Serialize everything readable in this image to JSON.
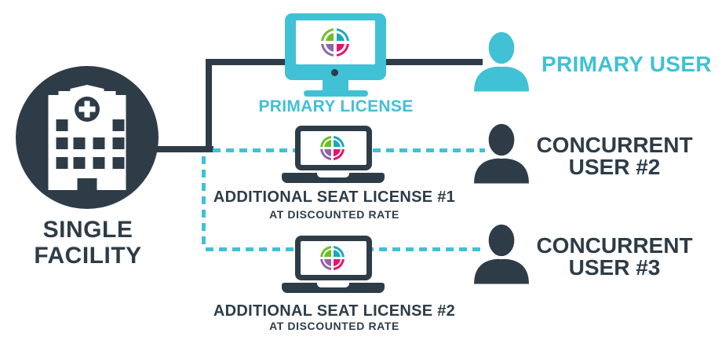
{
  "colors": {
    "navy": "#2e3c48",
    "teal": "#40c1d5",
    "background": "#ffffff",
    "logo_green": "#6cbf27",
    "logo_teal": "#1ba7bd",
    "logo_purple": "#8d66a8",
    "logo_magenta": "#e5126f"
  },
  "icons": {
    "facility": "hospital-building-icon",
    "primary_license": "desktop-monitor-icon",
    "seat_license": "laptop-icon",
    "user": "person-silhouette-icon",
    "app_logo": "quadrant-crosshair-logo"
  },
  "facility": {
    "line1": "SINGLE",
    "line2": "FACILITY"
  },
  "primary": {
    "license_label": "PRIMARY LICENSE",
    "user_label": "PRIMARY USER"
  },
  "seats": [
    {
      "license_label": "ADDITIONAL SEAT LICENSE #1",
      "rate_note": "AT DISCOUNTED RATE",
      "user_line1": "CONCURRENT",
      "user_line2": "USER #2"
    },
    {
      "license_label": "ADDITIONAL SEAT LICENSE #2",
      "rate_note": "AT DISCOUNTED RATE",
      "user_line1": "CONCURRENT",
      "user_line2": "USER #3"
    }
  ]
}
